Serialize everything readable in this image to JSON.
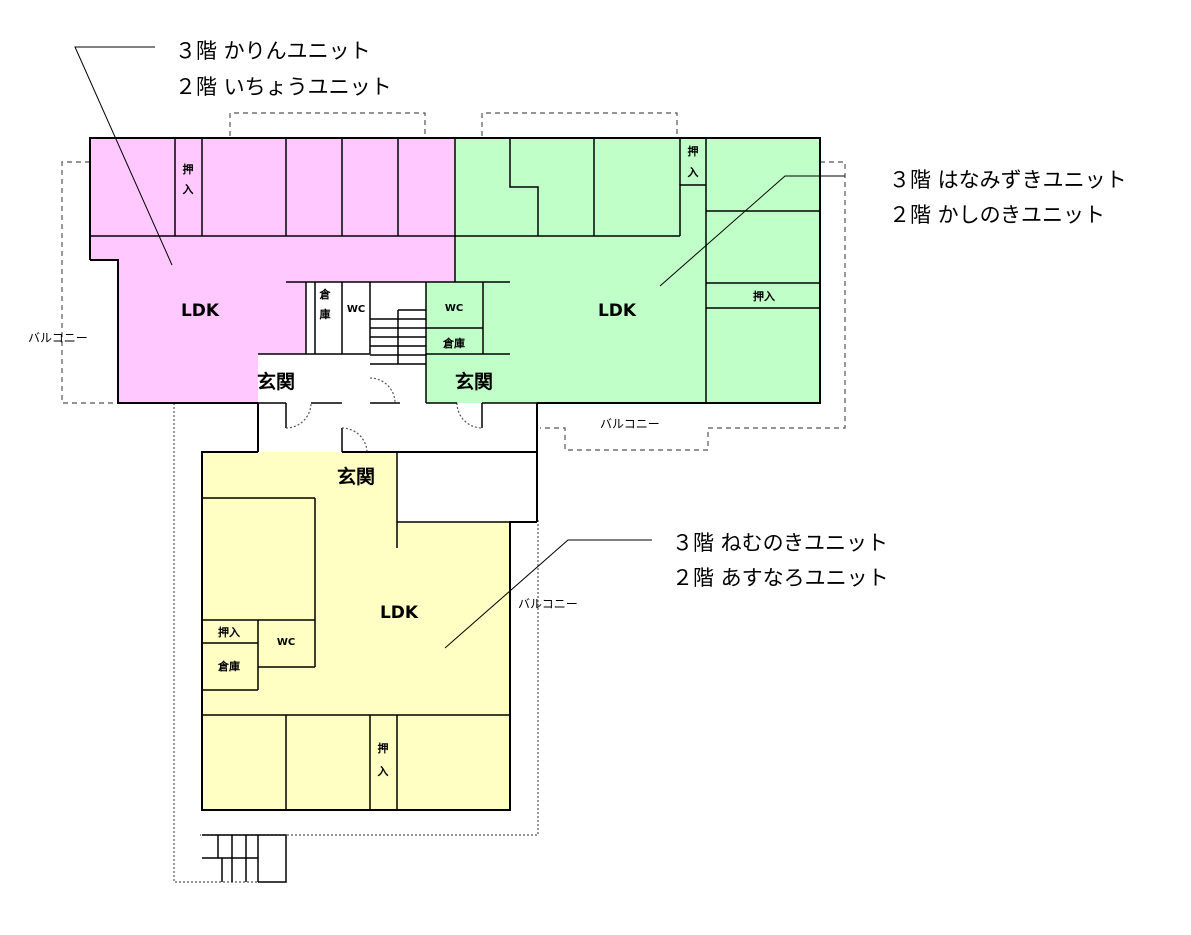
{
  "units": {
    "pink": {
      "floor3": "３階 かりんユニット",
      "floor2": "２階 いちょうユニット",
      "color": "#ffc8ff"
    },
    "green": {
      "floor3": "３階 はなみずきユニット",
      "floor2": "２階 かしのきユニット",
      "color": "#c0ffc8"
    },
    "yellow": {
      "floor3": "３階 ねむのきユニット",
      "floor2": "２階 あすなろユニット",
      "color": "#ffffc4"
    }
  },
  "labels": {
    "ldk": "LDK",
    "entrance": "玄関",
    "wc": "WC",
    "storage": "倉庫",
    "closet": "押入",
    "closet_top": "押",
    "closet_bottom": "入",
    "storage_top": "倉",
    "storage_bottom": "庫",
    "balcony": "バルコニー"
  }
}
